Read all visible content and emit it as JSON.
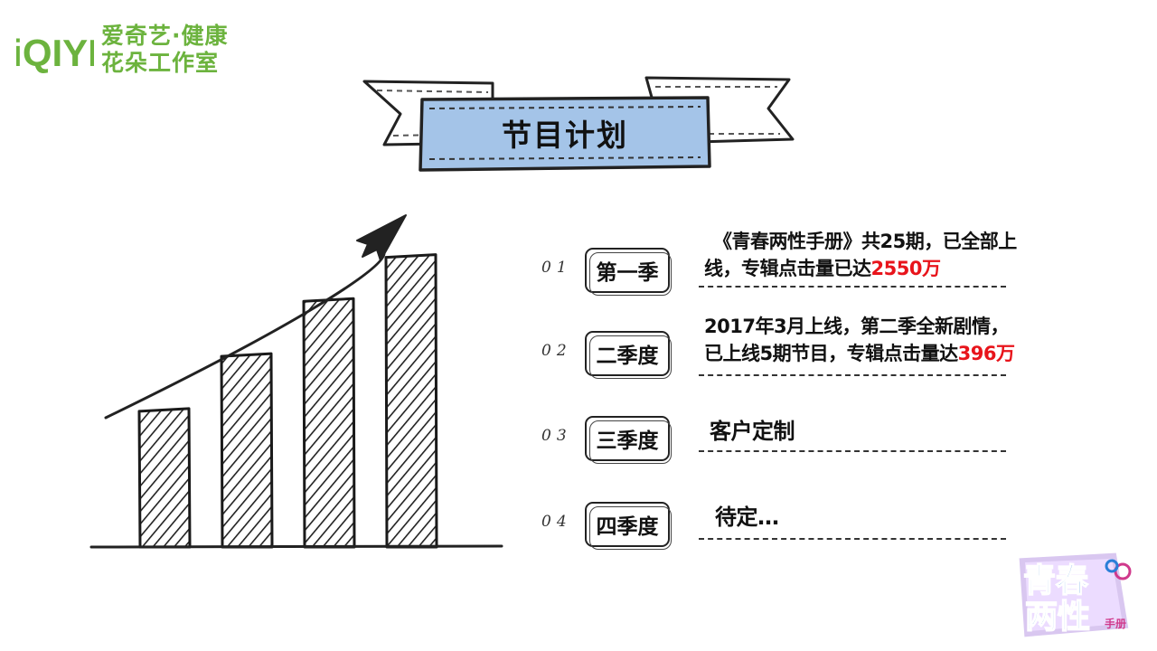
{
  "brand": {
    "logo_text": "iQIYI",
    "line1": "爱奇艺·健康",
    "line2": "花朵工作室",
    "color": "#6cb33e"
  },
  "banner": {
    "title": "节目计划",
    "fill_color": "#a4c4e8"
  },
  "chart_data": {
    "type": "bar",
    "values": [
      2.5,
      3.5,
      4.5,
      5.3
    ],
    "ylim": [
      0,
      6
    ],
    "trend_arrow": true,
    "style": "hand-drawn hatched bars"
  },
  "items": [
    {
      "num": "01",
      "tag": "第一季",
      "line1": "《青春两性手册》共25期，已全部上",
      "line2_prefix": "线，专辑点击量已达",
      "line2_highlight": "2550万"
    },
    {
      "num": "02",
      "tag": "二季度",
      "line1": "2017年3月上线，第二季全新剧情，",
      "line2_prefix": "已上线5期节目，专辑点击量达",
      "line2_highlight": "396万"
    },
    {
      "num": "03",
      "tag": "三季度",
      "line1": "客户定制"
    },
    {
      "num": "04",
      "tag": "四季度",
      "line1": "待定…"
    }
  ],
  "show_logo": {
    "line1": "青春",
    "line2": "两性",
    "small": "手册"
  },
  "colors": {
    "highlight": "#e8141b"
  }
}
